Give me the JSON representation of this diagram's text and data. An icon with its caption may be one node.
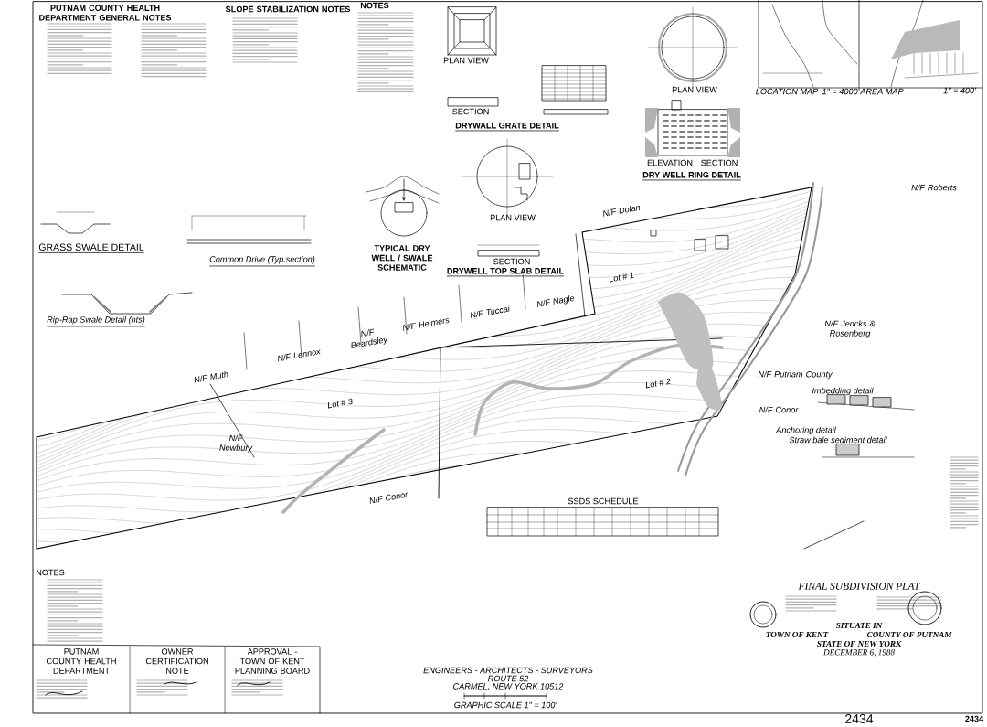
{
  "diagram": {
    "title": "FINAL SUBDIVISION PLAT",
    "labels": [
      "PUTNAM COUNTY HEALTH DEPARTMENT GENERAL NOTES",
      "SLOPE STABILIZATION NOTES",
      "NOTES",
      "PLAN VIEW",
      "SECTION",
      "DRYWALL GRATE DETAIL",
      "PLAN VIEW",
      "ELEVATION",
      "SECTION",
      "DRY WELL RING DETAIL",
      "PLAN VIEW",
      "TYPICAL DRY WELL / SWALE SCHEMATIC",
      "SECTION",
      "DRYWELL TOP SLAB DETAIL",
      "GRASS SWALE DETAIL",
      "Common Drive (Typ.section)",
      "Rip-Rap Swale Detail (nts)",
      "LOCATION MAP",
      "1\" = 4000'",
      "AREA MAP",
      "1\" = 400'",
      "N/F Roberts",
      "N/F Dolan",
      "N/F Nagle",
      "N/F Tuccai",
      "N/F Helmers",
      "N/F Beardsley",
      "N/F Lennox",
      "N/F Muth",
      "N/F Newbury",
      "N/F Conor",
      "N/F Conor",
      "N/F Putnam County",
      "N/F Jencks & Rosenberg",
      "Lot # 1",
      "Lot # 2",
      "Lot # 3",
      "SSDS SCHEDULE",
      "Imbedding detail",
      "Anchoring detail",
      "Straw bale sediment detail",
      "SITUATE IN",
      "TOWN OF KENT",
      "COUNTY OF PUTNAM",
      "STATE OF NEW YORK",
      "DECEMBER 6, 1988",
      "NOTES",
      "PUTNAM COUNTY HEALTH DEPARTMENT",
      "OWNER CERTIFICATION NOTE",
      "APPROVAL - TOWN OF KENT PLANNING BOARD",
      "ENGINEERS - ARCHITECTS - SURVEYORS",
      "ROUTE 52",
      "CARMEL, NEW YORK 10512",
      "GRAPHIC SCALE 1\" = 100'",
      "2434",
      "2434"
    ]
  }
}
